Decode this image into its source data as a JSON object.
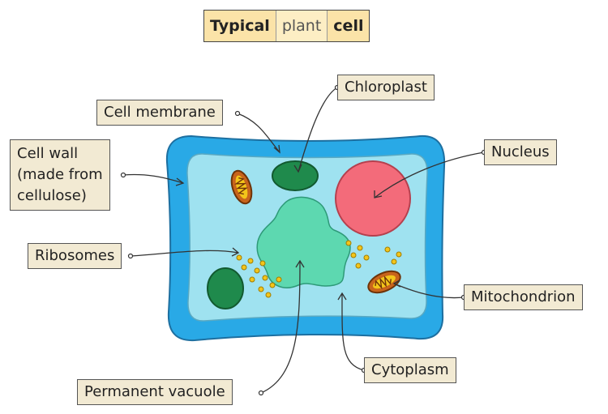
{
  "title": {
    "part1": "Typical",
    "part2": "plant",
    "part3": "cell"
  },
  "labels": {
    "cell_membrane": "Cell membrane",
    "chloroplast": "Chloroplast",
    "cell_wall": [
      "Cell wall",
      "(made from",
      "cellulose)"
    ],
    "nucleus": "Nucleus",
    "ribosomes": "Ribosomes",
    "mitochondrion": "Mitochondrion",
    "cytoplasm": "Cytoplasm",
    "permanent_vacuole": "Permanent vacuole"
  },
  "colors": {
    "cell_wall": "#29a9e6",
    "cytoplasm": "#9fe2f0",
    "vacuole": "#5dd8b0",
    "nucleus": "#f36b7a",
    "chloroplast": "#1f8a4c",
    "mitochondrion": "#c8641c",
    "ribosome": "#f3c51a",
    "label_bg": "#f2ead3",
    "title_bg": "#fbe3a8"
  }
}
